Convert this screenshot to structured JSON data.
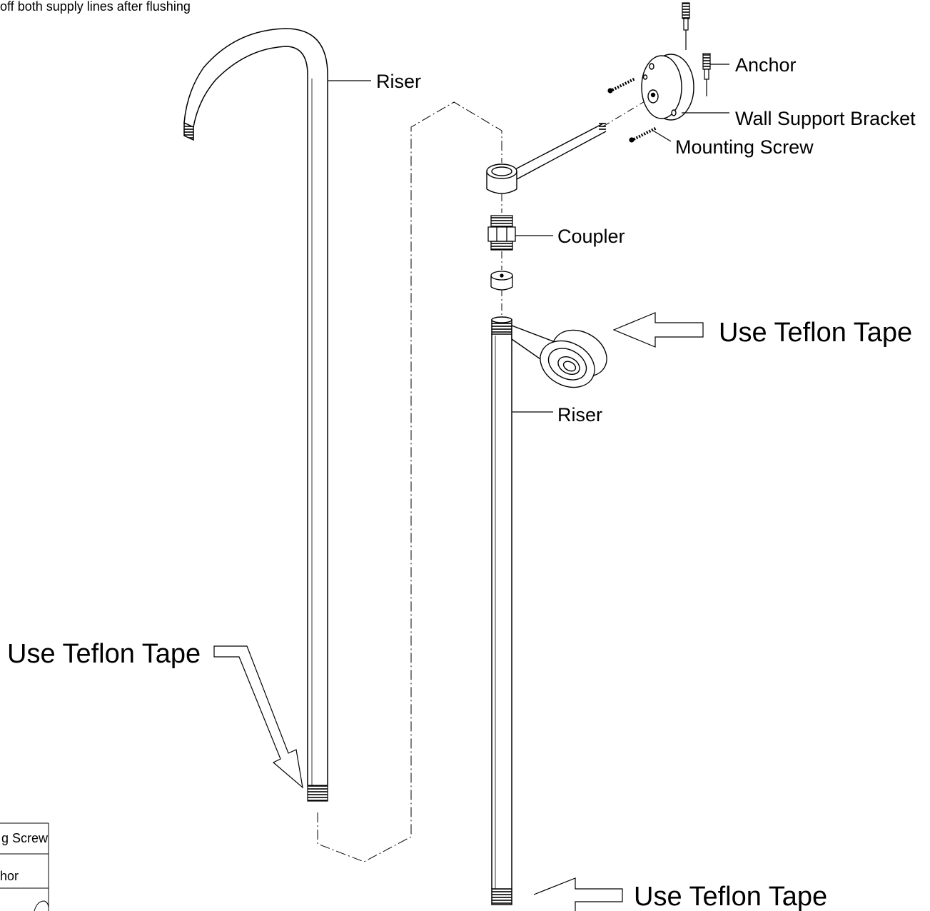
{
  "header": {
    "note": "off both supply lines after flushing"
  },
  "labels": {
    "riser_left": "Riser",
    "riser_right": "Riser",
    "anchor": "Anchor",
    "wall_support_bracket": "Wall Support Bracket",
    "mounting_screw": "Mounting Screw",
    "coupler": "Coupler"
  },
  "callouts": {
    "teflon_upper_right": "Use Teflon Tape",
    "teflon_left": "Use Teflon Tape",
    "teflon_bottom": "Use Teflon Tape"
  },
  "legend_fragment": {
    "row1": "g Screw",
    "row2": "hor"
  },
  "colors": {
    "line": "#000000",
    "background": "#ffffff"
  }
}
